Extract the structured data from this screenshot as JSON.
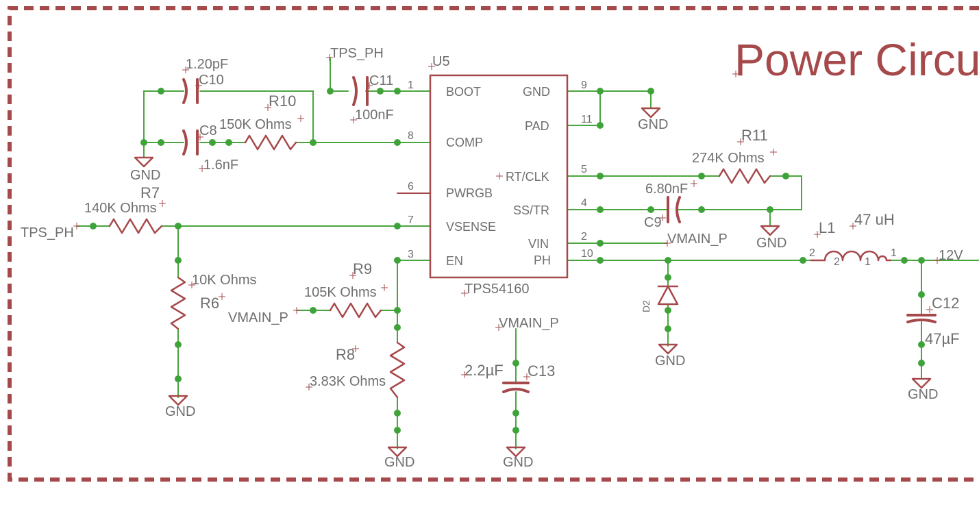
{
  "title": "Power Circu",
  "ic": {
    "ref": "U5",
    "value": "TPS54160",
    "pins": [
      {
        "num": "1",
        "name": "BOOT"
      },
      {
        "num": "8",
        "name": "COMP"
      },
      {
        "num": "6",
        "name": "PWRGB"
      },
      {
        "num": "7",
        "name": "VSENSE"
      },
      {
        "num": "3",
        "name": "EN"
      },
      {
        "num": "9",
        "name": "GND"
      },
      {
        "num": "11",
        "name": "PAD"
      },
      {
        "num": "5",
        "name": "RT/CLK"
      },
      {
        "num": "4",
        "name": "SS/TR"
      },
      {
        "num": "2",
        "name": "VIN"
      },
      {
        "num": "10",
        "name": "PH"
      }
    ]
  },
  "components": {
    "c10": {
      "ref": "C10",
      "value": "1.20pF"
    },
    "c8": {
      "ref": "C8",
      "value": "1.6nF"
    },
    "c11": {
      "ref": "C11",
      "value": "100nF"
    },
    "r10": {
      "ref": "R10",
      "value": "150K Ohms"
    },
    "r7": {
      "ref": "R7",
      "value": "140K Ohms"
    },
    "r6": {
      "ref": "R6",
      "value": "10K Ohms"
    },
    "r9": {
      "ref": "R9",
      "value": "105K Ohms"
    },
    "r8": {
      "ref": "R8",
      "value": "3.83K Ohms"
    },
    "r11": {
      "ref": "R11",
      "value": "274K Ohms"
    },
    "c9": {
      "ref": "C9",
      "value": "6.80nF"
    },
    "c13": {
      "ref": "C13",
      "value": "2.2µF"
    },
    "c12": {
      "ref": "C12",
      "value": "47µF"
    },
    "l1": {
      "ref": "L1",
      "value": "47 uH",
      "pin_left": "2",
      "pin_right": "1",
      "inner_left": "2",
      "inner_right": "1"
    },
    "d2": {
      "ref": "D2"
    }
  },
  "nets": {
    "tps_ph": "TPS_PH",
    "vmain_p": "VMAIN_P",
    "gnd": "GND",
    "v12": "12V"
  }
}
